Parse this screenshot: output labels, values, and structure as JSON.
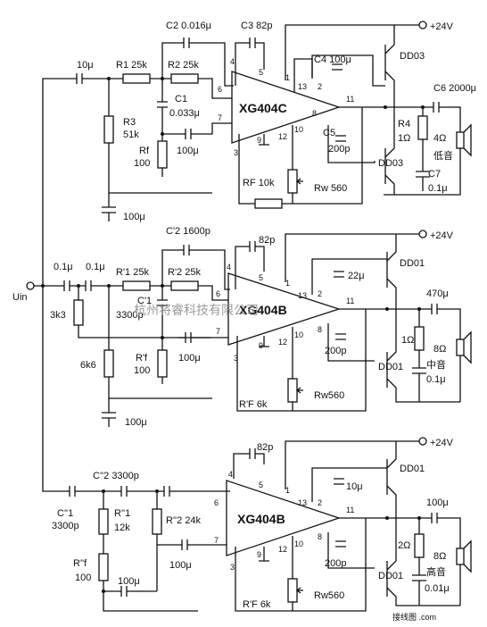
{
  "input_label": "Uin",
  "supply": "+24V",
  "watermark": "杭州将睿科技有限公司",
  "footer_brand": "接线图 .com",
  "top": {
    "amp": "XG404C",
    "c2": "C2 0.016μ",
    "c3": "C3 82p",
    "c_in": "10μ",
    "r1": "R1 25k",
    "r2": "R2 25k",
    "c1": "C1",
    "c1v": "0.033μ",
    "r3": "R3",
    "r3v": "51k",
    "rf": "Rf",
    "rfv": "100",
    "c_fb": "100μ",
    "c_gnd": "100μ",
    "rfb": "RF 10k",
    "rw": "Rw 560",
    "c4": "C4 100μ",
    "c5": "C5",
    "c5v": "200p",
    "q_top": "DD03",
    "q_bot": "DD03",
    "c6": "C6 2000μ",
    "r4": "R4",
    "r4v": "1Ω",
    "c7": "C7",
    "c7v": "0.1μ",
    "spk_r": "4Ω",
    "spk": "低音",
    "pins": [
      "4",
      "5",
      "1",
      "13",
      "3",
      "2",
      "11",
      "6",
      "7",
      "9",
      "12",
      "10",
      "8",
      "3"
    ]
  },
  "mid": {
    "amp": "XG404B",
    "c2": "C'2 1600p",
    "c3": "82p",
    "c_in1": "0.1μ",
    "c_in2": "0.1μ",
    "r_in": "3k3",
    "r1": "R'1 25k",
    "r2": "R'2 25k",
    "c1": "C'1",
    "c1v": "3300p",
    "rf": "R'f",
    "rfv": "100",
    "r_div": "6k6",
    "c_fb": "100μ",
    "c_gnd": "100μ",
    "rfb": "R'F 6k",
    "rw": "Rw560",
    "c4": "22μ",
    "c5": "200p",
    "q_top": "DD01",
    "q_bot": "DD01",
    "c_out": "470μ",
    "r4": "1Ω",
    "c7": "0.1μ",
    "spk_r": "8Ω",
    "spk": "中音",
    "pins": [
      "4",
      "5",
      "1",
      "13",
      "3",
      "2",
      "11",
      "6",
      "7",
      "9",
      "12",
      "10",
      "8"
    ]
  },
  "bot": {
    "amp": "XG404B",
    "c3": "82p",
    "c2": "C''2  3300p",
    "c1": "C''1",
    "c1v": "3300p",
    "r1": "R''1",
    "r1v": "12k",
    "r2": "R''2 24k",
    "rf": "R''f",
    "rfv": "100",
    "c_fb": "100μ",
    "c_gnd": "100μ",
    "rfb": "R'F 6k",
    "rw": "Rw560",
    "c4": "10μ",
    "c5": "200p",
    "q_top": "DD01",
    "q_bot": "DD01",
    "c_out": "100μ",
    "r4": "2Ω",
    "c7": "0.01μ",
    "spk_r": "8Ω",
    "spk": "高音",
    "pins": [
      "4",
      "5",
      "1",
      "13",
      "3",
      "2",
      "11",
      "6",
      "7",
      "9",
      "12",
      "10",
      "8"
    ]
  }
}
